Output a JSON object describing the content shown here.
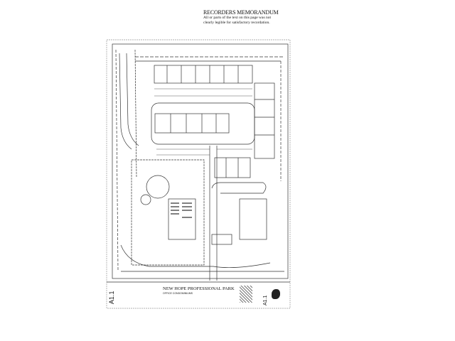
{
  "memo": {
    "title": "RECORDERS MEMORANDUM",
    "lines": [
      "All or parts of the text on this page was not",
      "clearly legible for satisfactory recordation."
    ]
  },
  "title_block": {
    "project": "NEW HOPE PROFESSIONAL PARK",
    "subtitle": "OFFICE CONDOMINIUMS",
    "sheet": "A1.1"
  }
}
